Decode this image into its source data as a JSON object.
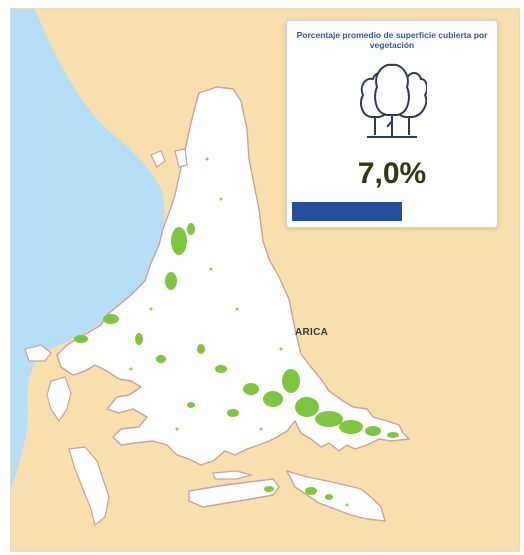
{
  "map": {
    "city_label": "ARICA",
    "colors": {
      "sea": "#b6def6",
      "land": "#f7dfae",
      "urban": "#ffffff",
      "urban_outline": "#c9a39a",
      "vegetation": "#7ec63f"
    }
  },
  "card": {
    "title": "Porcentaje promedio de superficie cubierta por vegetación",
    "icon": "trees-icon",
    "value_label": "7,0%",
    "value_percent": 7.0,
    "bar_fill_fraction": 0.55,
    "colors": {
      "title": "#2f57a8",
      "value": "#2e3b12",
      "bar": "#254f9a",
      "icon": "#2f3a57"
    }
  }
}
